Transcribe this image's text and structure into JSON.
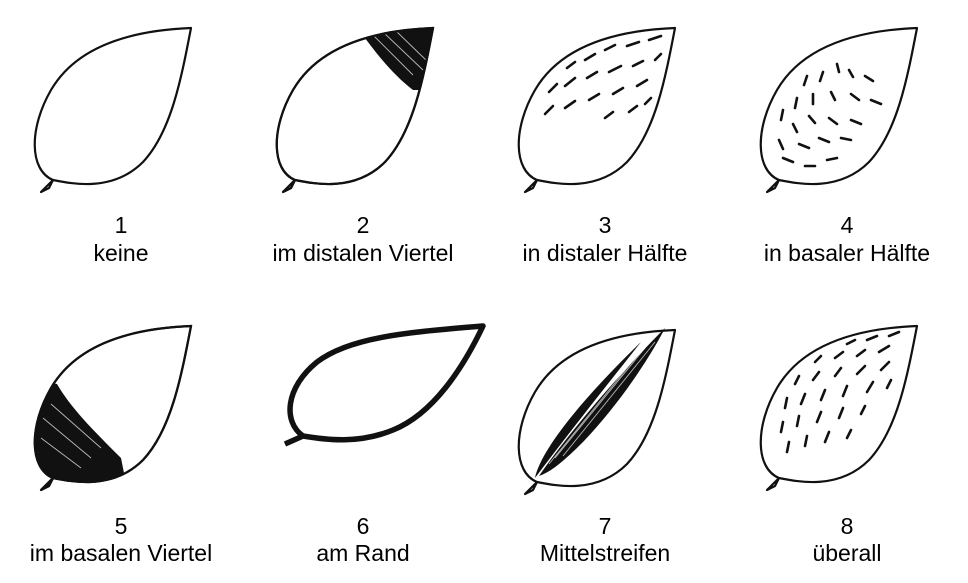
{
  "items": [
    {
      "num": "1",
      "label": "keine",
      "pattern": "none"
    },
    {
      "num": "2",
      "label": "im distalen Viertel",
      "pattern": "distal-quarter"
    },
    {
      "num": "3",
      "label": "in distaler Hälfte",
      "pattern": "distal-half"
    },
    {
      "num": "4",
      "label": "in basaler Hälfte",
      "pattern": "basal-half"
    },
    {
      "num": "5",
      "label": "im basalen Viertel",
      "pattern": "basal-quarter"
    },
    {
      "num": "6",
      "label": "am Rand",
      "pattern": "margin"
    },
    {
      "num": "7",
      "label": "Mittelstreifen",
      "pattern": "midstripe"
    },
    {
      "num": "8",
      "label": "überall",
      "pattern": "everywhere"
    }
  ]
}
